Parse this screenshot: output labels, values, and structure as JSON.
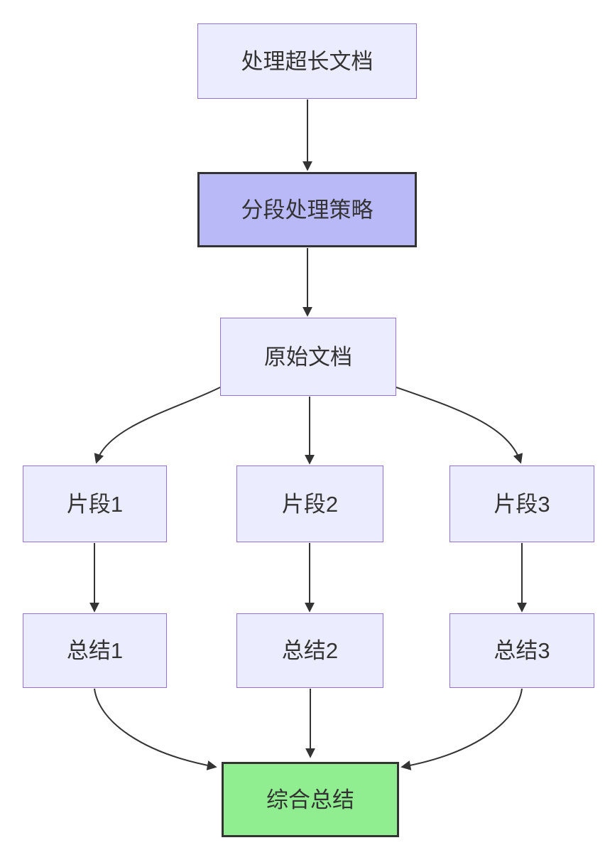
{
  "diagram": {
    "type": "flowchart-top-down",
    "nodes": {
      "process_doc": {
        "label": "处理超长文档"
      },
      "strategy": {
        "label": "分段处理策略"
      },
      "original_doc": {
        "label": "原始文档"
      },
      "fragment1": {
        "label": "片段1"
      },
      "fragment2": {
        "label": "片段2"
      },
      "fragment3": {
        "label": "片段3"
      },
      "summary1": {
        "label": "总结1"
      },
      "summary2": {
        "label": "总结2"
      },
      "summary3": {
        "label": "总结3"
      },
      "final_summary": {
        "label": "综合总结"
      }
    },
    "edges": [
      {
        "from": "process_doc",
        "to": "strategy"
      },
      {
        "from": "strategy",
        "to": "original_doc"
      },
      {
        "from": "original_doc",
        "to": "fragment1"
      },
      {
        "from": "original_doc",
        "to": "fragment2"
      },
      {
        "from": "original_doc",
        "to": "fragment3"
      },
      {
        "from": "fragment1",
        "to": "summary1"
      },
      {
        "from": "fragment2",
        "to": "summary2"
      },
      {
        "from": "fragment3",
        "to": "summary3"
      },
      {
        "from": "summary1",
        "to": "final_summary"
      },
      {
        "from": "summary2",
        "to": "final_summary"
      },
      {
        "from": "summary3",
        "to": "final_summary"
      }
    ],
    "colors": {
      "background": "#ffffff",
      "node_fill": "#ECECFF",
      "node_border": "#9370DB",
      "strategy_fill": "#B9B9F8",
      "strategy_border": "#333333",
      "final_fill": "#90EE90",
      "final_border": "#333333",
      "edge": "#333333",
      "text": "#333333"
    }
  }
}
